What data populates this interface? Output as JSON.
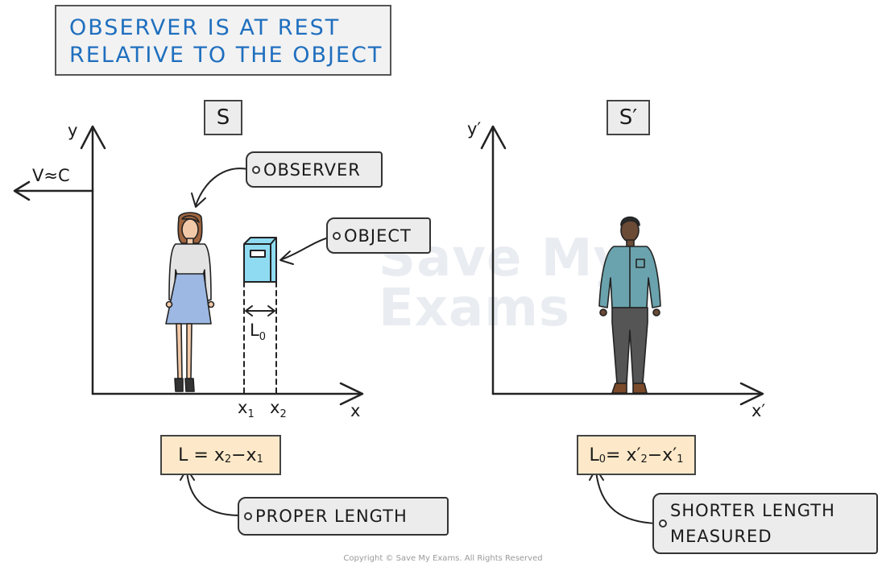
{
  "title": {
    "line1": "OBSERVER IS AT REST",
    "line2": "RELATIVE TO THE OBJECT"
  },
  "frames": {
    "left": "S",
    "right": "S′"
  },
  "axes": {
    "left_y": "y",
    "left_x": "x",
    "right_y": "y′",
    "right_x": "x′"
  },
  "velocity_label": "V≈C",
  "tags": {
    "observer": "OBSERVER",
    "object": "OBJECT",
    "proper_length": "PROPER LENGTH",
    "shorter_line1": "SHORTER LENGTH",
    "shorter_line2": "MEASURED"
  },
  "positions": {
    "x1": "x",
    "x1_sub": "1",
    "x2": "x",
    "x2_sub": "2",
    "length_label": "L",
    "length_sub": "0"
  },
  "formulas": {
    "left": {
      "lhs": "L = x",
      "s2": "2",
      "mid": "−x",
      "s1": "1"
    },
    "right": {
      "lhs": "L",
      "s0": "0",
      "eq": "= x′",
      "s2": "2",
      "mid": "−x′",
      "s1": "1"
    }
  },
  "watermark": {
    "line1": "Save My",
    "line2": "Exams"
  },
  "copyright": "Copyright © Save My Exams. All Rights Reserved",
  "colors": {
    "title_text": "#1f6fbf",
    "formula_bg": "#fde9c9",
    "object_book": "#8fdcf2",
    "skirt": "#9cb8e3",
    "shirt_man": "#6aa3ad"
  }
}
